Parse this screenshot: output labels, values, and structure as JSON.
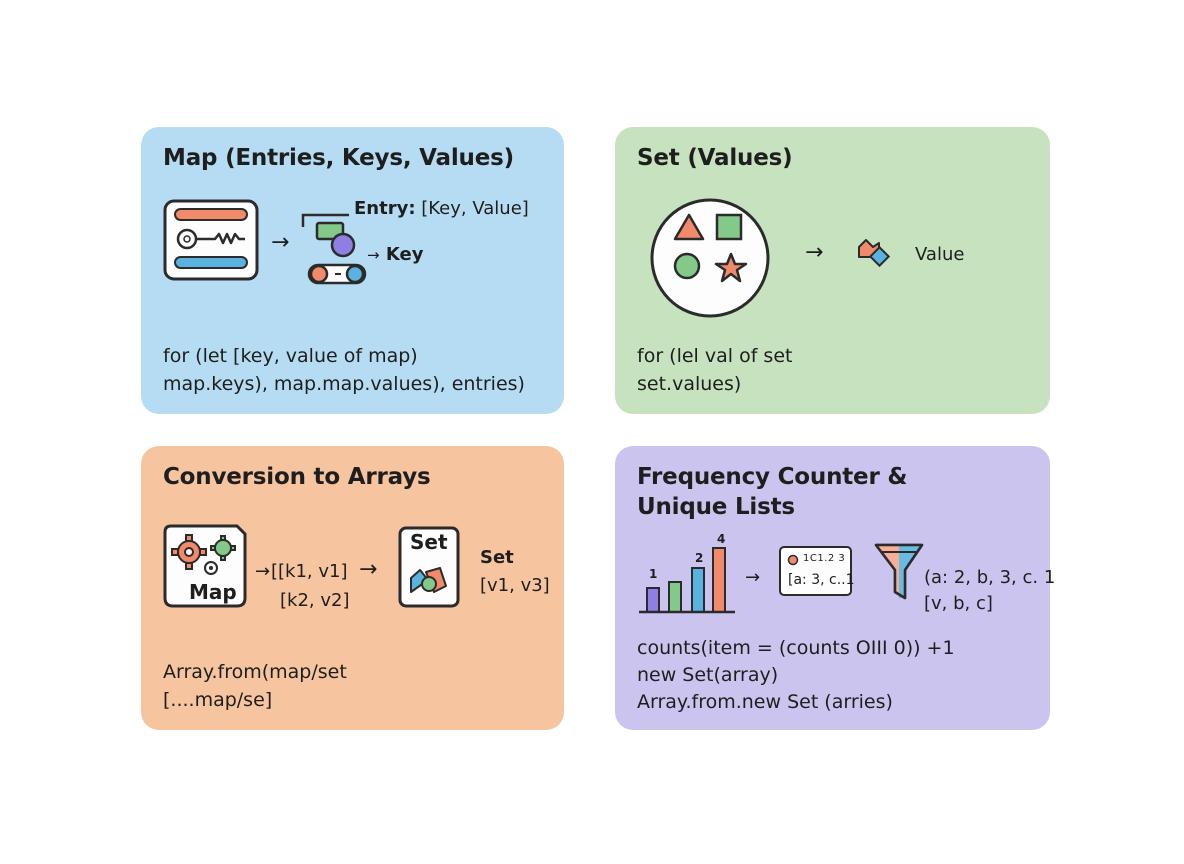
{
  "colors": {
    "map_bg": "#b6dcf4",
    "set_bg": "#c6e2bf",
    "conversion_bg": "#f6c49e",
    "frequency_bg": "#cbc4ee",
    "accent_orange": "#f08a6a",
    "accent_blue": "#5ab3de",
    "accent_green": "#82c98a",
    "accent_purple": "#8f7fe4",
    "outline": "#2b2b2b"
  },
  "cards": {
    "map": {
      "title": "Map (Entries, Keys, Values)",
      "entry_label_bold": "Entry:",
      "entry_label_rest": " [Key, Value]",
      "key_label": "Key",
      "code": [
        "for (let [key, value of map)",
        "map.keys), map.map.values), entries)"
      ]
    },
    "set": {
      "title": "Set (Values)",
      "value_label": "Value",
      "code": [
        "for (lel val of set",
        "set.values)"
      ]
    },
    "conversion": {
      "title": "Conversion to Arrays",
      "map_badge": "Map",
      "pairs": [
        "[[k1, v1]",
        "[k2, v2]"
      ],
      "set_badge": "Set",
      "set_label": "Set",
      "set_values": "[v1, v3]",
      "code": [
        "Array.from(map/set",
        "[....map/se]"
      ]
    },
    "frequency": {
      "title": [
        "Frequency Counter &",
        "Unique Lists"
      ],
      "bar_labels": [
        "1",
        "2",
        "4"
      ],
      "counter_header": "1C1.2 3",
      "counter_value": "[a: 3, c..1",
      "result_counts": "(a: 2, b, 3, c. 1",
      "result_unique": "[v, b, c]",
      "code": [
        "counts(item = (counts OIII 0)) +1",
        "new Set(array)",
        "Array.from.new Set (arries)"
      ]
    }
  },
  "icons": {
    "map": [
      "key-card-icon",
      "entry-key-icon"
    ],
    "set": [
      "shapes-circle-icon",
      "value-shapes-icon"
    ],
    "conversion": [
      "map-gears-icon",
      "set-card-icon"
    ],
    "frequency": [
      "bar-chart-icon",
      "counter-card-icon",
      "filter-funnel-icon"
    ]
  }
}
